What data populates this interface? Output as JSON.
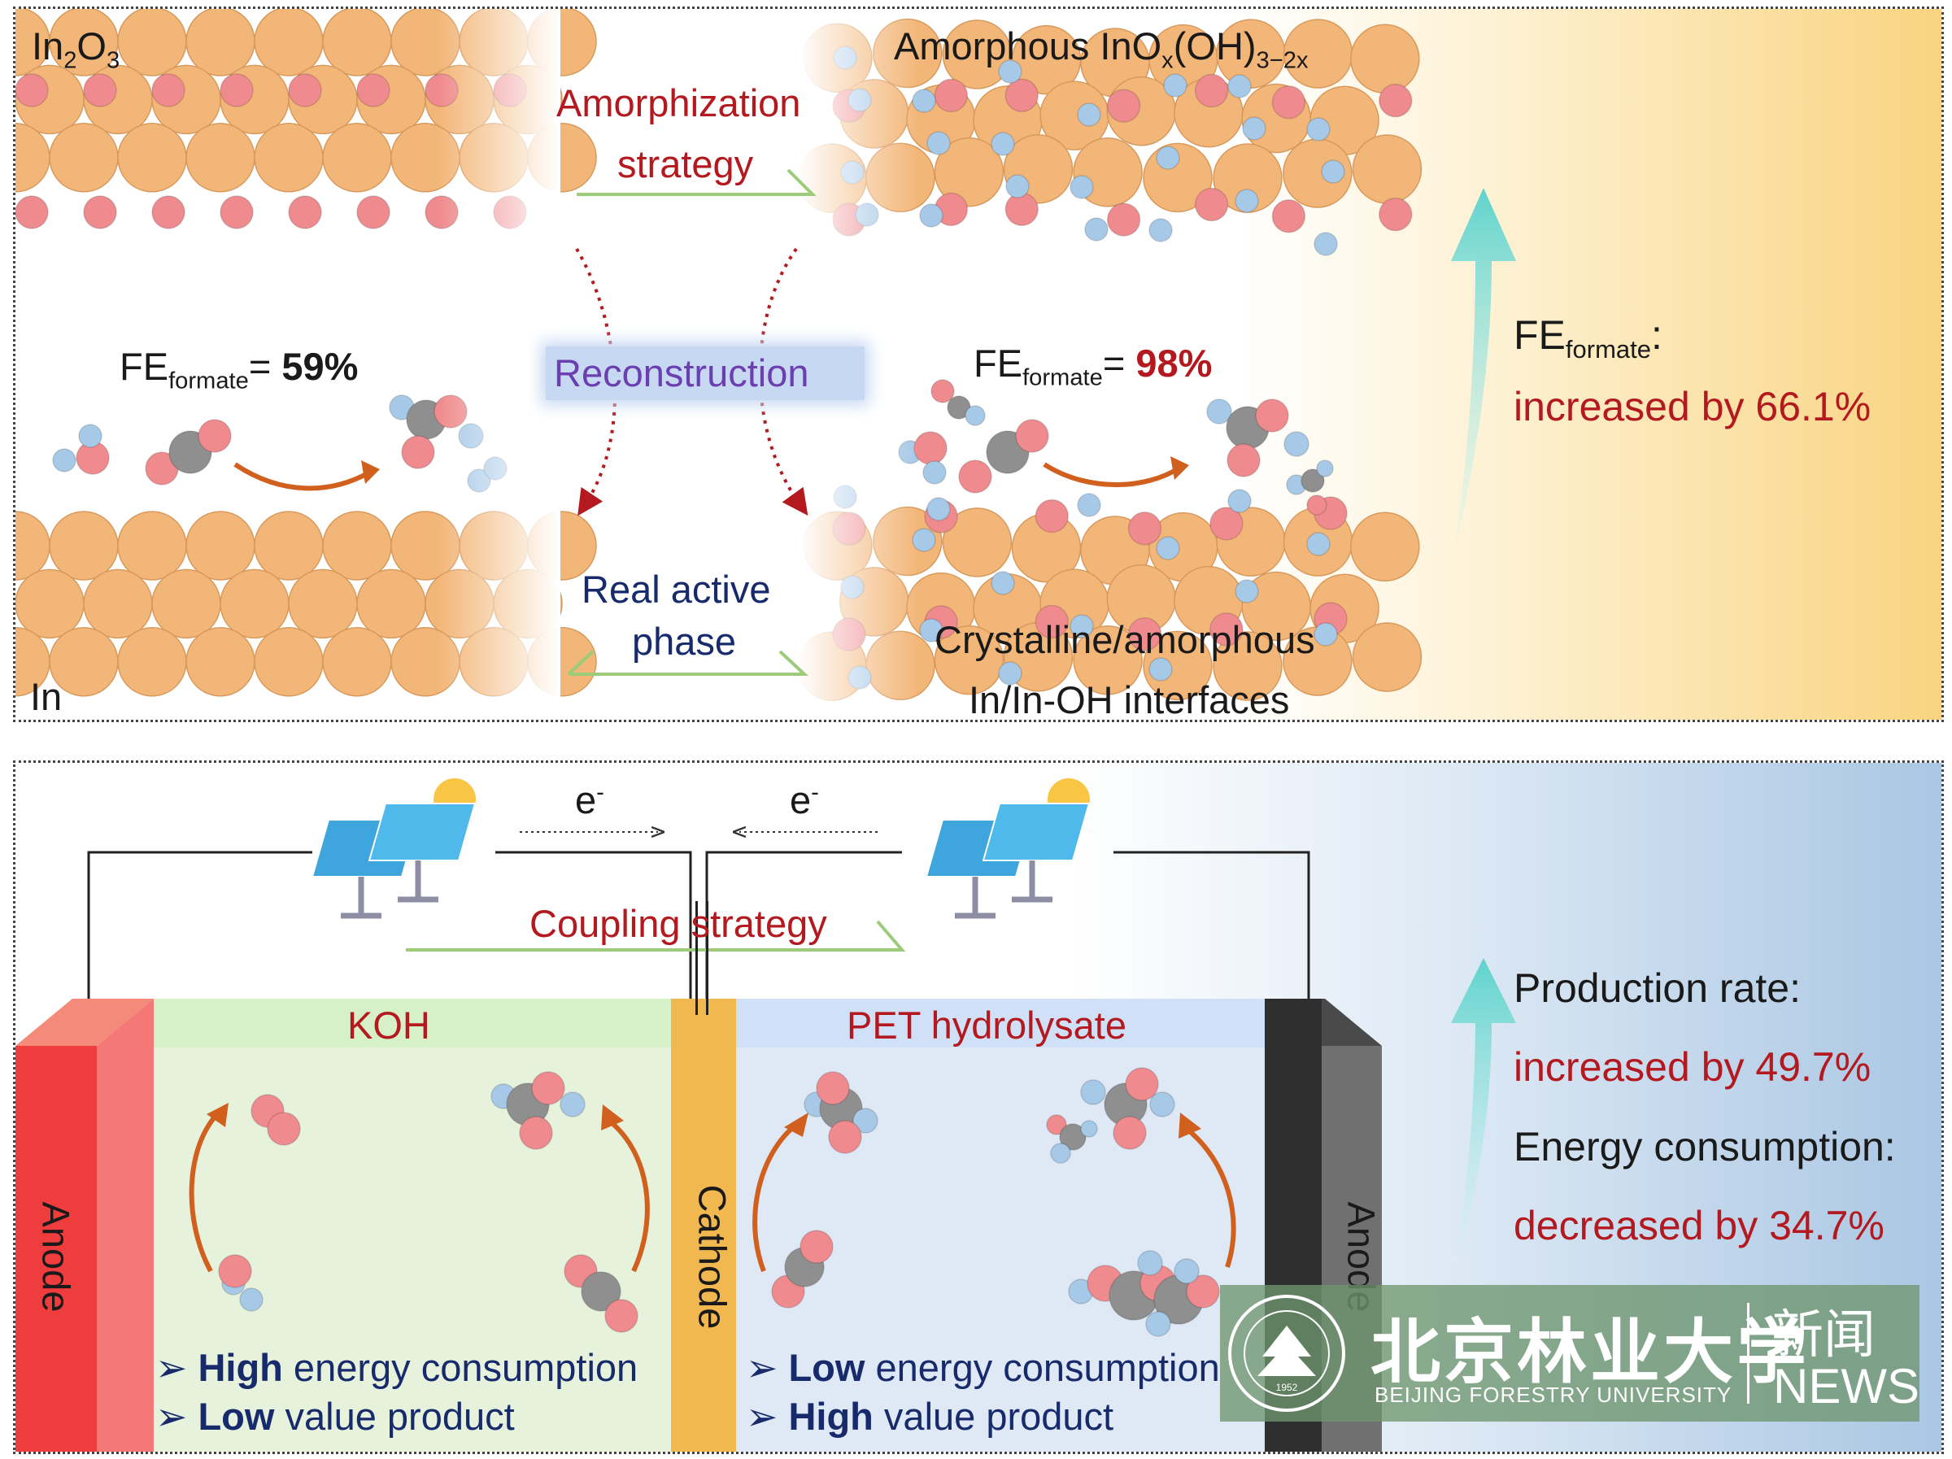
{
  "top": {
    "in2o3": {
      "main": "In",
      "sub1": "2",
      "mid": "O",
      "sub2": "3"
    },
    "amorphous": {
      "main": "Amorphous InO",
      "sub1": "x",
      "mid": "(OH)",
      "sub2": "3−2x"
    },
    "amorphization": {
      "line1": "Amorphization",
      "line2": "strategy"
    },
    "reconstruction": "Reconstruction",
    "real_active": {
      "line1": "Real active",
      "line2": "phase"
    },
    "in_label": "In",
    "fe_left": {
      "fe": "FE",
      "sub": "formate",
      "eq": "= ",
      "value": "59%"
    },
    "fe_right": {
      "fe": "FE",
      "sub": "formate",
      "eq": "= ",
      "value": "98%"
    },
    "interfaces": {
      "line1": "Crystalline/amorphous",
      "line2": "In/In-OH interfaces"
    },
    "fe_summary": {
      "fe": "FE",
      "sub": "formate",
      "colon": ":",
      "change": "increased by 66.1%"
    }
  },
  "bottom": {
    "electron": {
      "e": "e",
      "sup": "-"
    },
    "coupling": "Coupling strategy",
    "koh": "KOH",
    "pet": "PET hydrolysate",
    "anode": "Anode",
    "cathode": "Cathode",
    "left_bullets": [
      {
        "arrow": "➢",
        "bold": "High",
        "rest": " energy consumption"
      },
      {
        "arrow": "➢",
        "bold": "Low",
        "rest": " value product"
      }
    ],
    "right_bullets": [
      {
        "arrow": "➢",
        "bold": "Low",
        "rest": " energy consumption"
      },
      {
        "arrow": "➢",
        "bold": "High",
        "rest": " value product"
      }
    ],
    "production_label": "Production rate:",
    "production_change": "increased by 49.7%",
    "energy_label": "Energy consumption:",
    "energy_change": "decreased by 34.7%"
  },
  "watermark": {
    "chinese": "北京林业大学",
    "english": "BEIJING FORESTRY UNIVERSITY",
    "news_cn": "新闻",
    "news_en": "NEWS",
    "seal_year": "1952"
  },
  "colors": {
    "indium": "#f3b679",
    "oxygen": "#ef8b8e",
    "hydrogen": "#a7c9e8",
    "carbon": "#8f8f8f",
    "accent_red": "#b3191e",
    "navy": "#172a6b",
    "teal_arrow": "#6fd6d0",
    "reconstruction_bg": "#c7d8f2",
    "anode": "#ee3b3b",
    "cathode": "#f2b850",
    "anode_dark": "#3a3a3a"
  }
}
